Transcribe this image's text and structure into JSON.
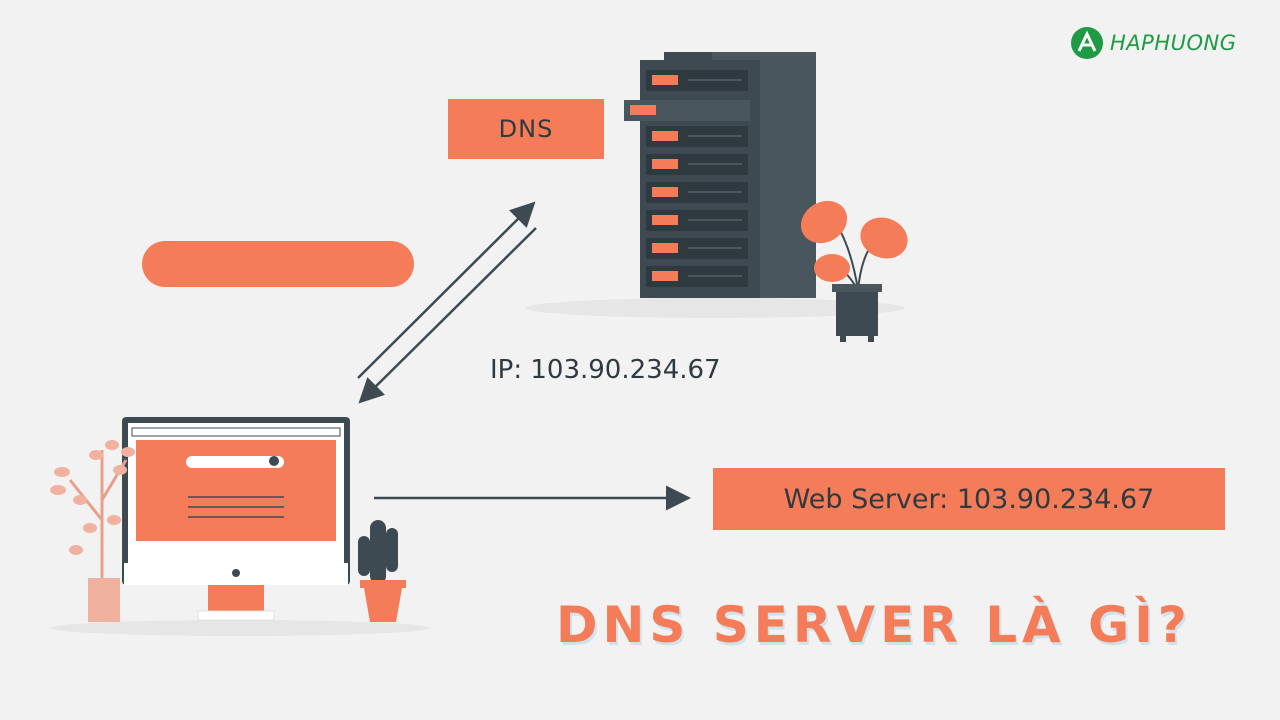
{
  "logo": {
    "name": "HAPHUONG",
    "color": "#1f9a45"
  },
  "dns_label": "DNS",
  "ip_label": "IP: 103.90.234.67",
  "web_server_label": "Web Server: 103.90.234.67",
  "title": "DNS SERVER LÀ GÌ?",
  "colors": {
    "accent": "#f47c58",
    "dark": "#3d4a52",
    "background": "#f2f2f2"
  },
  "icons": [
    "server-rack-icon",
    "monitor-icon",
    "plant-icon",
    "cactus-icon",
    "monstera-plant-icon",
    "logo-mark-icon"
  ]
}
